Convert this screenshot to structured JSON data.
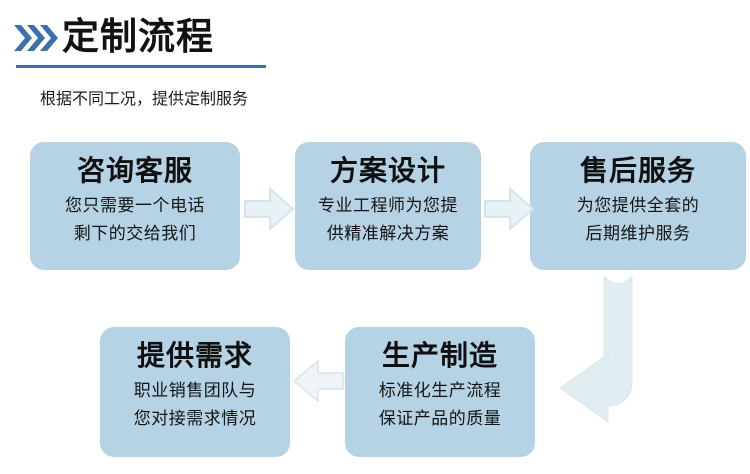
{
  "header": {
    "chevrons_icon": "triple-chevron-right-icon",
    "title": "定制流程",
    "subtitle": "根据不同工况，提供定制服务",
    "rule_color": "#3d6fad",
    "chevron_color": "#3d6fad"
  },
  "theme": {
    "card_background": "#b5d3e4",
    "arrow_fill": "#e3edf2",
    "arrow_stroke": "#d2e2ea",
    "title_color": "#121212",
    "page_background": "#ffffff"
  },
  "flow": {
    "cards": [
      {
        "id": "consult",
        "title": "咨询客服",
        "lines": [
          "您只需要一个电话",
          "剩下的交给我们"
        ]
      },
      {
        "id": "design",
        "title": "方案设计",
        "lines": [
          "专业工程师为您提",
          "供精准解决方案"
        ]
      },
      {
        "id": "after-sales",
        "title": "售后服务",
        "lines": [
          "为您提供全套的",
          "后期维护服务"
        ]
      },
      {
        "id": "requirements",
        "title": "提供需求",
        "lines": [
          "职业销售团队与",
          "您对接需求情况"
        ]
      },
      {
        "id": "manufacturing",
        "title": "生产制造",
        "lines": [
          "标准化生产流程",
          "保证产品的质量"
        ]
      }
    ],
    "arrows": [
      {
        "id": "consult-to-design",
        "icon": "arrow-right-icon"
      },
      {
        "id": "design-to-after-sales",
        "icon": "arrow-right-icon"
      },
      {
        "id": "manufacturing-to-requirements",
        "icon": "arrow-left-icon"
      },
      {
        "id": "after-sales-to-manufacturing",
        "icon": "arrow-down-left-elbow-icon"
      }
    ]
  }
}
